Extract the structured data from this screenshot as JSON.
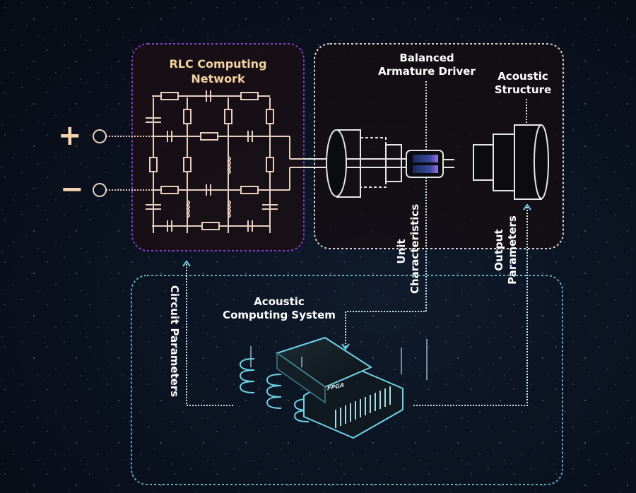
{
  "diagram": {
    "title": "Acoustic computing pipeline for balanced armature earphone",
    "colors": {
      "background": "#0a0f1a",
      "rlc_border": "#8a3fd1",
      "rlc_fill": "#1a0f14",
      "rlc_title": "#f2d3a2",
      "circuit_line": "#e8cfc0",
      "driver_border": "#d8d8d8",
      "system_border": "#5fb3c4",
      "arrow_accent": "#6fd3e6",
      "fpga_glow": "#4fd0e0"
    },
    "terminals": {
      "plus_symbol": "+",
      "minus_symbol": "−"
    },
    "boxes": {
      "rlc": {
        "title_line1": "RLC Computing",
        "title_line2": "Network"
      },
      "driver_box": {
        "driver_label_line1": "Balanced",
        "driver_label_line2": "Armature Driver",
        "acoustic_label_line1": "Acoustic",
        "acoustic_label_line2": "Structure"
      },
      "system": {
        "title_line1": "Acoustic",
        "title_line2": "Computing System",
        "chip_label": "FPGA"
      }
    },
    "connectors": {
      "circuit_parameters": "Circuit Parameters",
      "unit_line1": "Unit",
      "unit_line2": "Characteristics",
      "output_line1": "Output",
      "output_line2": "Parameters"
    }
  }
}
